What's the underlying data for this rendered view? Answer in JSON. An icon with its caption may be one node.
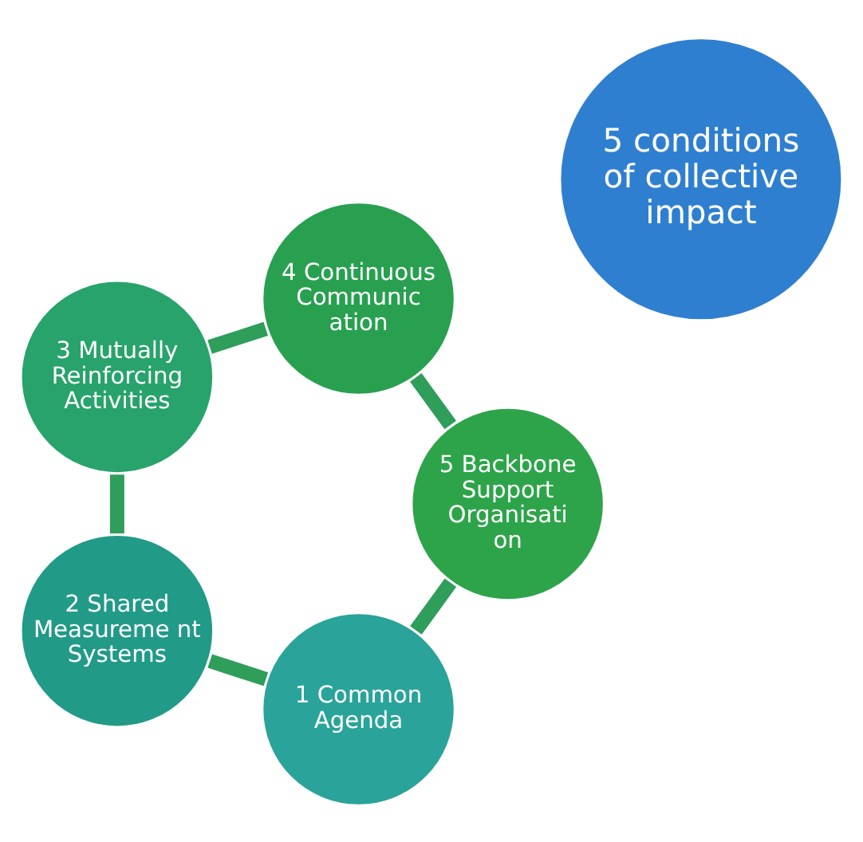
{
  "diagram": {
    "nodes": [
      {
        "text": [
          "1 Common Agenda"
        ]
      },
      {
        "text": [
          "5 Backbone Support Organisati on"
        ]
      },
      {
        "text": [
          "2 Shared Measureme nt Systems"
        ]
      },
      {
        "text": [
          "5 conditions of collective impact"
        ]
      },
      {
        "text": [
          "4 Continuous Communic ation"
        ]
      },
      {
        "text": [
          "3 Mutually Reinforcing Activities"
        ]
      }
    ],
    "edges": [
      {
        "from": 0,
        "to": 2,
        "arrow": "none"
      },
      {
        "from": 2,
        "to": 5,
        "arrow": "none"
      },
      {
        "from": 5,
        "to": 4,
        "arrow": "none"
      },
      {
        "from": 4,
        "to": 1,
        "arrow": "none"
      },
      {
        "from": 1,
        "to": 0,
        "arrow": "none"
      }
    ]
  }
}
